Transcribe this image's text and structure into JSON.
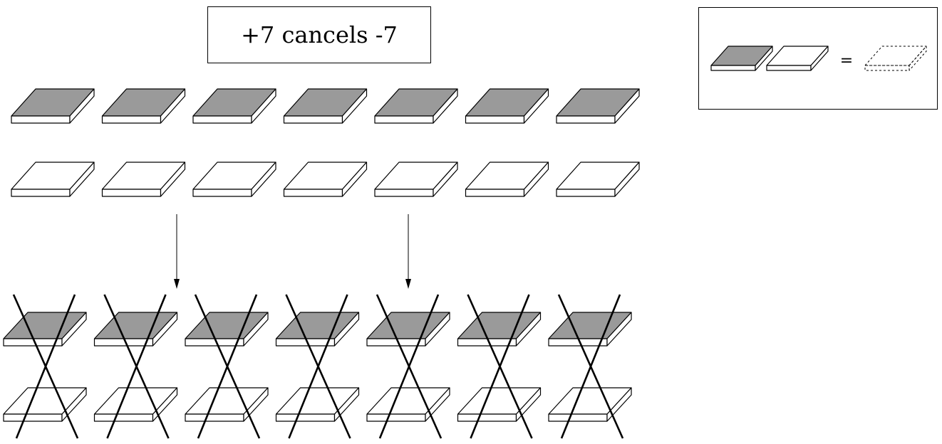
{
  "title": "+7 cancels -7",
  "legend": {
    "equals_symbol": "="
  },
  "tiles": {
    "positive_count": 7,
    "negative_count": 7,
    "cancelled_pairs": 7
  },
  "colors": {
    "positive_tile": "#9a9a9a",
    "negative_tile": "#ffffff",
    "outline": "#000000"
  }
}
